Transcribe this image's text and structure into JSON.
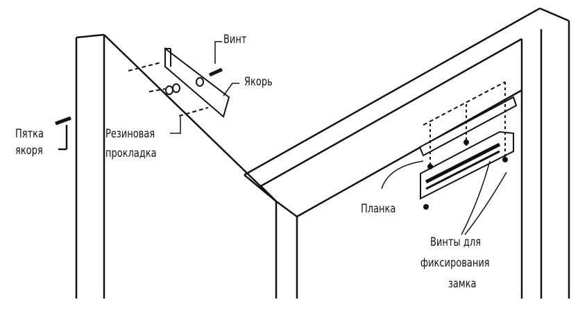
{
  "labels": {
    "screw": "Винт",
    "anchor": "Якорь",
    "anchor_heel_1": "Пятка",
    "anchor_heel_2": "якоря",
    "rubber_pad_1": "Резиновая",
    "rubber_pad_2": "прокладка",
    "plate": "Планка",
    "lock_screws_1": "Винты для",
    "lock_screws_2": "фиксирования",
    "lock_screws_3": "замка"
  },
  "colors": {
    "line": "#111111",
    "background": "#ffffff"
  }
}
